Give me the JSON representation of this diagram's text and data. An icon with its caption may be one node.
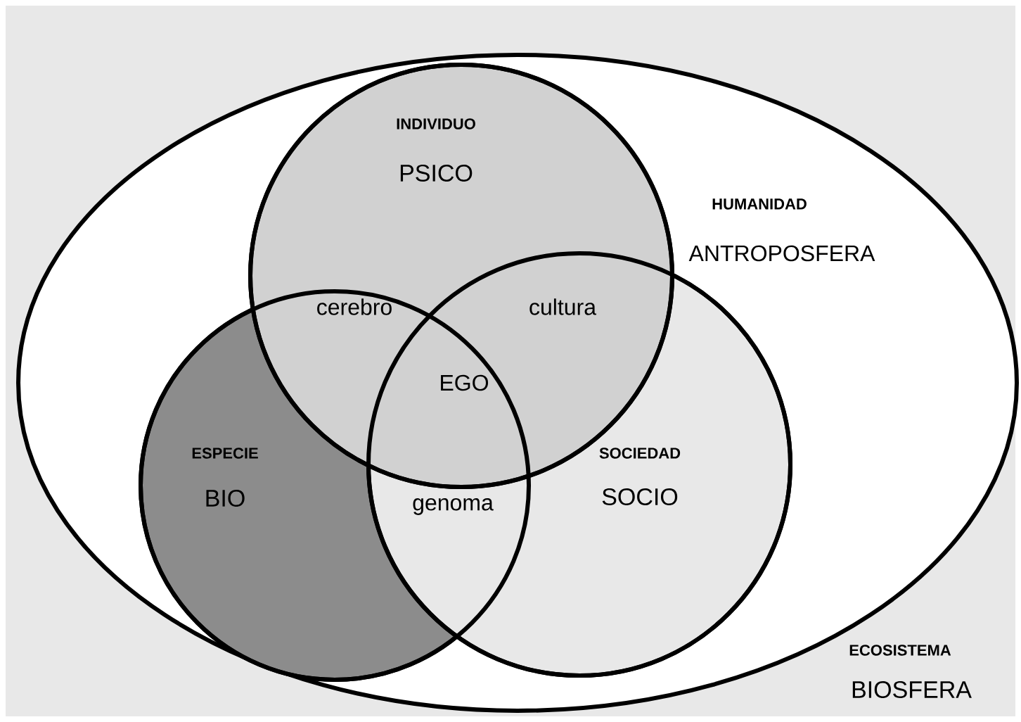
{
  "diagram": {
    "nodes": [
      {
        "text": [
          "ECOSISTEMA",
          "BIOSFERA"
        ]
      },
      {
        "text": [
          "INDIVIDUO",
          "PSICO"
        ],
        "in": 0
      },
      {
        "text": [
          "ESPECIE",
          "BIO"
        ],
        "in": 0
      },
      {
        "text": [
          "SOCIEDAD",
          "SOCIO"
        ],
        "in": 0
      }
    ],
    "labels": [
      "HUMANIDAD",
      "ANTROPOSFERA",
      "cerebro",
      "cultura",
      "EGO",
      "genoma"
    ]
  }
}
